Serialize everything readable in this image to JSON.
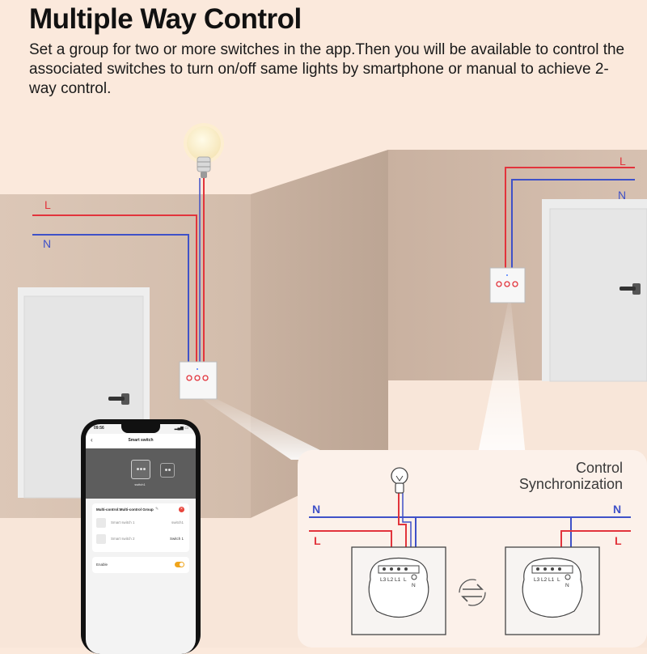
{
  "header": {
    "title": "Multiple Way Control",
    "description": "Set a group for two or more switches in the app.Then you will be available to control the associated switches to turn on/off same lights by smartphone or manual to achieve 2-way control."
  },
  "wiring": {
    "live_label": "L",
    "neutral_label": "N",
    "terminal_labels": [
      "L3",
      "L2",
      "L1",
      "L"
    ],
    "neutral_terminal": "N",
    "sync_label_line1": "Control",
    "sync_label_line2": "Synchronization"
  },
  "phone": {
    "status_time": "09:56",
    "app_title": "Smart switch",
    "switch_name": "switch1",
    "group_title": "Multi-control:Multi-control Group",
    "rows": [
      {
        "name": "Smart switch 1",
        "value": "switch1"
      },
      {
        "name": "Smart switch 2",
        "value": "Switch 1"
      }
    ],
    "enable_label": "Enable",
    "enable_on": true
  },
  "colors": {
    "live": "#e2343c",
    "neutral": "#3f51c8",
    "background": "#fbe9dc",
    "accent_toggle": "#f0a51d"
  },
  "icons": [
    "lightbulb-icon",
    "sync-arrows-icon",
    "back-chevron-icon",
    "edit-pencil-icon"
  ]
}
